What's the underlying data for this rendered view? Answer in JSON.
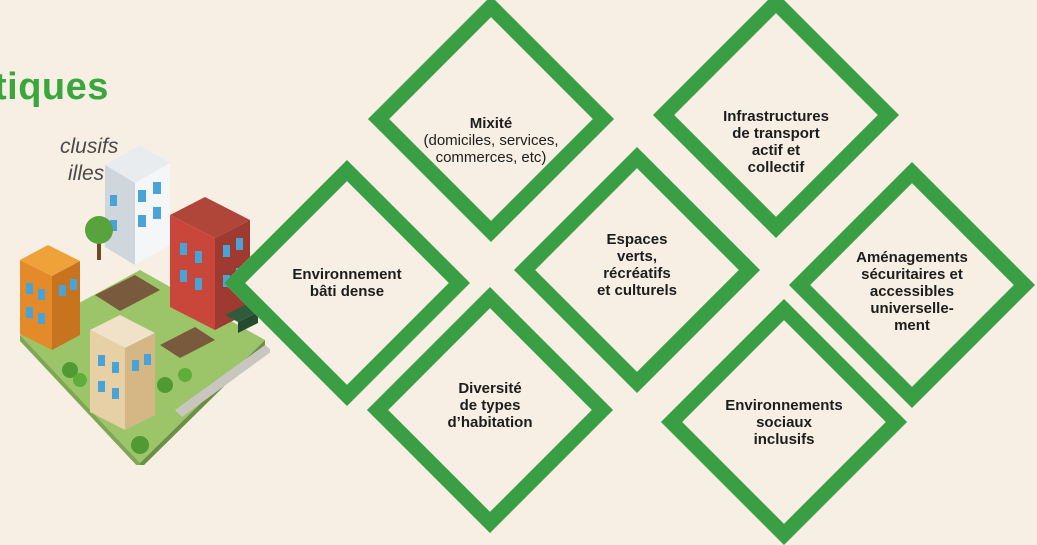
{
  "header": {
    "title": "tiques",
    "subtitle_line1": "clusifs",
    "subtitle_line2": "illes"
  },
  "illustration": {
    "icon": "city-neighbourhood-illustration"
  },
  "colors": {
    "accent": "#3a9e44",
    "title": "#3aa63e",
    "background": "#f7efe3"
  },
  "diamonds": [
    {
      "bold": "Mixité",
      "normal": "(domiciles, services,\ncommerces, etc)"
    },
    {
      "bold": "Infrastructures\nde transport\nactif et\ncollectif"
    },
    {
      "bold": "Environnement\nbâti dense"
    },
    {
      "bold": "Espaces\nverts,\nrécréatifs\net culturels"
    },
    {
      "bold": "Aménagements\nsécuritaires et\naccessibles\nuniverselle-\nment"
    },
    {
      "bold": "Diversité\nde types\nd’habitation"
    },
    {
      "bold": "Environnements\nsociaux\ninclusifs"
    }
  ]
}
